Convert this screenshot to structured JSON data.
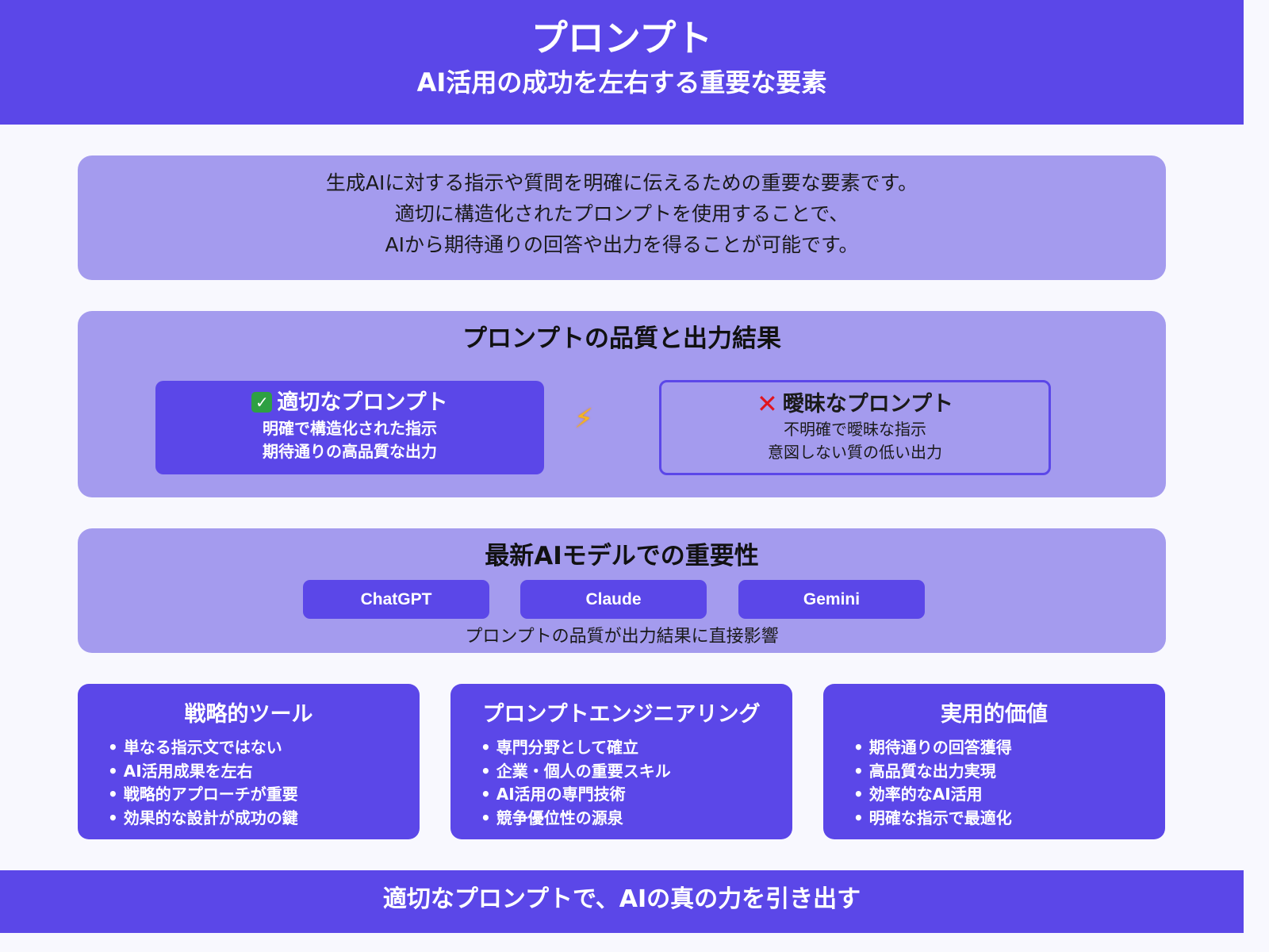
{
  "header": {
    "title": "プロンプト",
    "subtitle": "AI活用の成功を左右する重要な要素"
  },
  "intro": {
    "lines": [
      "生成AIに対する指示や質問を明確に伝えるための重要な要素です。",
      "適切に構造化されたプロンプトを使用することで、",
      "AIから期待通りの回答や出力を得ることが可能です。"
    ]
  },
  "quality": {
    "title": "プロンプトの品質と出力結果",
    "good": {
      "icon": "check-mark-icon",
      "icon_glyph": "✓",
      "heading": "適切なプロンプト",
      "line1": "明確で構造化された指示",
      "line2": "期待通りの高品質な出力"
    },
    "separator_icon": "lightning-bolt-icon",
    "separator_glyph": "⚡",
    "bad": {
      "icon": "cross-mark-icon",
      "icon_glyph": "✕",
      "heading": "曖昧なプロンプト",
      "line1": "不明確で曖昧な指示",
      "line2": "意図しない質の低い出力"
    }
  },
  "models": {
    "title": "最新AIモデルでの重要性",
    "buttons": [
      "ChatGPT",
      "Claude",
      "Gemini"
    ],
    "note": "プロンプトの品質が出力結果に直接影響"
  },
  "cards": [
    {
      "title": "戦略的ツール",
      "items": [
        "単なる指示文ではない",
        "AI活用成果を左右",
        "戦略的アプローチが重要",
        "効果的な設計が成功の鍵"
      ]
    },
    {
      "title": "プロンプトエンジニアリング",
      "items": [
        "専門分野として確立",
        "企業・個人の重要スキル",
        "AI活用の専門技術",
        "競争優位性の源泉"
      ]
    },
    {
      "title": "実用的価値",
      "items": [
        "期待通りの回答獲得",
        "高品質な出力実現",
        "効率的なAI活用",
        "明確な指示で最適化"
      ]
    }
  ],
  "footer": {
    "text": "適切なプロンプトで、AIの真の力を引き出す"
  },
  "colors": {
    "primary": "#5b47e8",
    "panel": "#a49bee",
    "background": "#f8f8fe",
    "check_green": "#2ea043",
    "cross_red": "#e0141e",
    "bolt_yellow": "#f6b51e"
  }
}
